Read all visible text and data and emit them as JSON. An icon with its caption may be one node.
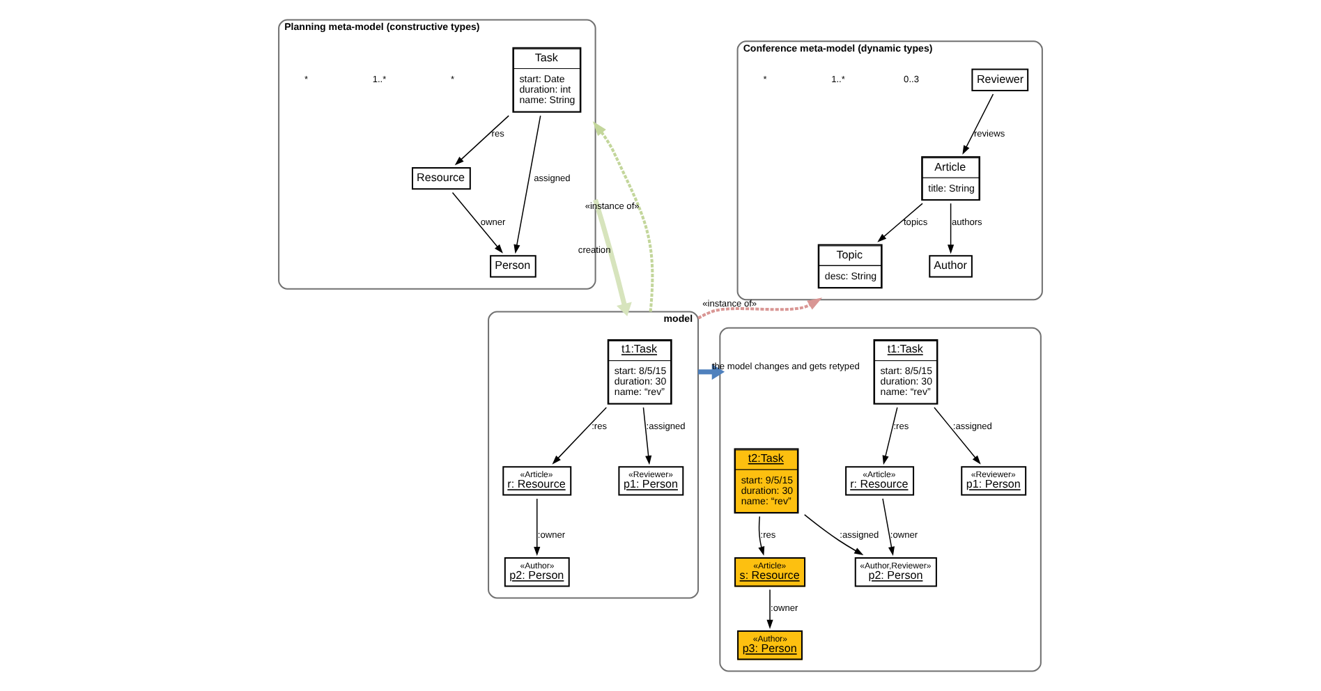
{
  "diagram": {
    "nodes": [
      {
        "text": [
          "Planning meta-model (constructive types)"
        ]
      },
      {
        "text": [
          "Task",
          "start: Date duration: int name: String"
        ],
        "in": 0
      },
      {
        "text": [
          "Resource"
        ],
        "in": 0
      },
      {
        "text": [
          "Person"
        ],
        "in": 0
      },
      {
        "text": [
          "Conference meta-model (dynamic types)"
        ]
      },
      {
        "text": [
          "Topic",
          "desc: String"
        ],
        "in": 4
      },
      {
        "text": [
          "Article",
          "title: String"
        ],
        "in": 4
      },
      {
        "text": [
          "Reviewer"
        ],
        "in": 4
      },
      {
        "text": [
          "Author"
        ],
        "in": 4
      },
      {
        "text": [
          "model"
        ]
      },
      {
        "text": [
          "t1:Task",
          "start: 8/5/15 duration: 30 name: “rev”"
        ],
        "in": 9
      },
      {
        "text": [
          "«Article»",
          "r: Resource"
        ],
        "in": 9
      },
      {
        "text": [
          "«Reviewer»",
          "p1: Person"
        ],
        "in": 9
      },
      {
        "text": [
          "«Author»",
          "p2: Person"
        ],
        "in": 9
      },
      {
        "text": [],
        "shape": "box"
      },
      {
        "text": [
          "t1:Task",
          "start: 8/5/15 duration: 30 name: “rev”"
        ],
        "in": 14
      },
      {
        "text": [
          "«Article»",
          "r: Resource"
        ],
        "in": 14
      },
      {
        "text": [
          "t2:Task",
          "start: 9/5/15 duration: 30 name: “rev”"
        ],
        "in": 14
      },
      {
        "text": [
          "«Reviewer»",
          "p1: Person"
        ],
        "in": 14
      },
      {
        "text": [
          "«Author,Reviewer»",
          "p2: Person"
        ],
        "in": 14
      },
      {
        "text": [
          "«Author»",
          "p3: Person"
        ],
        "in": 14
      },
      {
        "text": [
          "«Article»",
          "s: Resource"
        ],
        "in": 14
      }
    ],
    "edges": [
      {
        "from": 1,
        "to": 2,
        "arrow": "to",
        "label": "res"
      },
      {
        "from": 2,
        "to": 3,
        "arrow": "to",
        "label": "owner"
      },
      {
        "from": 1,
        "to": 3,
        "arrow": "to",
        "label": "assigned"
      },
      {
        "from": 7,
        "to": 6,
        "arrow": "to",
        "label": "reviews"
      },
      {
        "from": 6,
        "to": 8,
        "arrow": "to",
        "label": "authors"
      },
      {
        "from": 6,
        "to": 5,
        "arrow": "to",
        "label": "topics"
      },
      {
        "from": 0,
        "to": 9,
        "arrow": "to",
        "label": "creation",
        "style": "thick",
        "color": "#d7e4bd"
      },
      {
        "from": 9,
        "to": 0,
        "arrow": "to",
        "label": "«instance of»",
        "style": "dashed",
        "color": "#c3d69b"
      },
      {
        "from": 9,
        "to": 4,
        "arrow": "to",
        "label": "«instance of»",
        "style": "dashed",
        "color": "#d99694"
      },
      {
        "from": 9,
        "to": 14,
        "arrow": "to",
        "label": "the model changes and gets retyped",
        "style": "thick",
        "color": "#4f81bd"
      },
      {
        "from": 10,
        "to": 11,
        "arrow": "to",
        "label": ":res"
      },
      {
        "from": 10,
        "to": 12,
        "arrow": "to",
        "label": ":assigned"
      },
      {
        "from": 11,
        "to": 13,
        "arrow": "to",
        "label": ":owner"
      },
      {
        "from": 15,
        "to": 16,
        "arrow": "to",
        "label": ":res"
      },
      {
        "from": 15,
        "to": 18,
        "arrow": "to",
        "label": ":assigned"
      },
      {
        "from": 16,
        "to": 19,
        "arrow": "to",
        "label": ":owner"
      },
      {
        "from": 17,
        "to": 19,
        "arrow": "to",
        "label": ":assigned"
      },
      {
        "from": 17,
        "to": 21,
        "arrow": "to",
        "label": ":res"
      },
      {
        "from": 21,
        "to": 20,
        "arrow": "to",
        "label": ":owner"
      }
    ],
    "labels": [
      "*",
      "1..*",
      "*",
      "0..3",
      "1..*",
      "*"
    ]
  }
}
